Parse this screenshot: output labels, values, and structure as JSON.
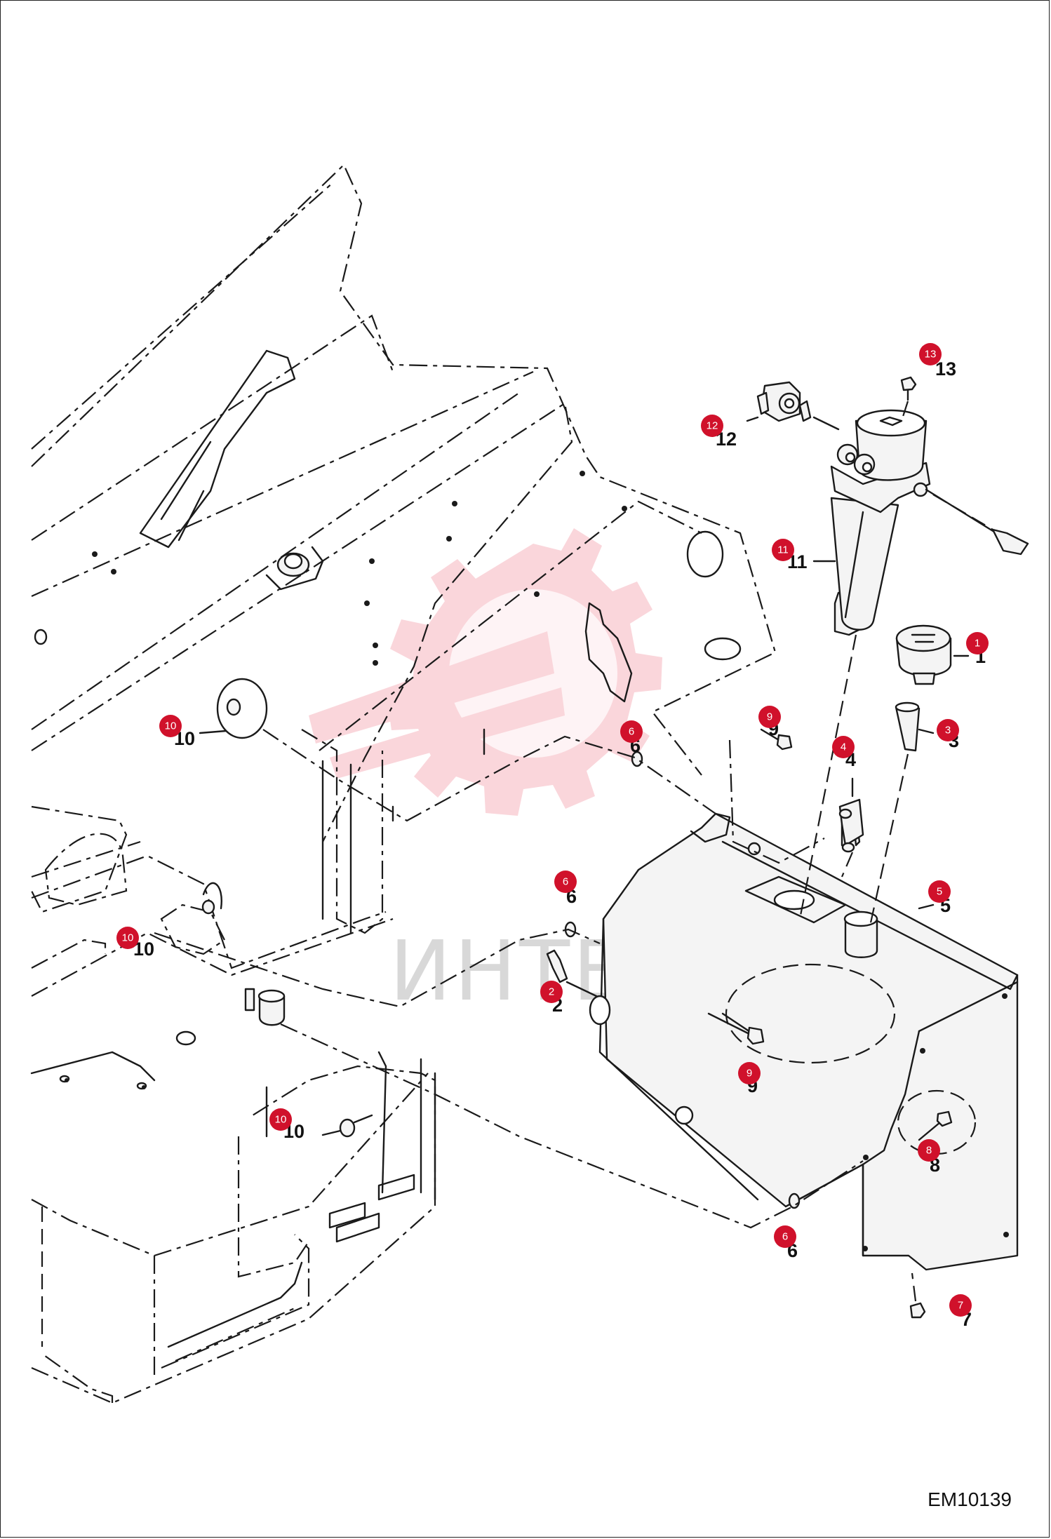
{
  "drawing_code": "EM10139",
  "watermark": {
    "text": "ИНТЕХ",
    "color": "#f6c9cf"
  },
  "accent_color": "#d0112b",
  "callouts": [
    {
      "id": "13",
      "label": "13"
    },
    {
      "id": "12",
      "label": "12"
    },
    {
      "id": "11",
      "label": "11"
    },
    {
      "id": "1",
      "label": "1"
    },
    {
      "id": "3",
      "label": "3"
    },
    {
      "id": "4",
      "label": "4"
    },
    {
      "id": "9a",
      "label": "9"
    },
    {
      "id": "6a",
      "label": "6"
    },
    {
      "id": "10a",
      "label": "10"
    },
    {
      "id": "6b",
      "label": "6"
    },
    {
      "id": "2",
      "label": "2"
    },
    {
      "id": "10b",
      "label": "10"
    },
    {
      "id": "5",
      "label": "5"
    },
    {
      "id": "9b",
      "label": "9"
    },
    {
      "id": "10c",
      "label": "10"
    },
    {
      "id": "8",
      "label": "8"
    },
    {
      "id": "6c",
      "label": "6"
    },
    {
      "id": "7",
      "label": "7"
    }
  ]
}
